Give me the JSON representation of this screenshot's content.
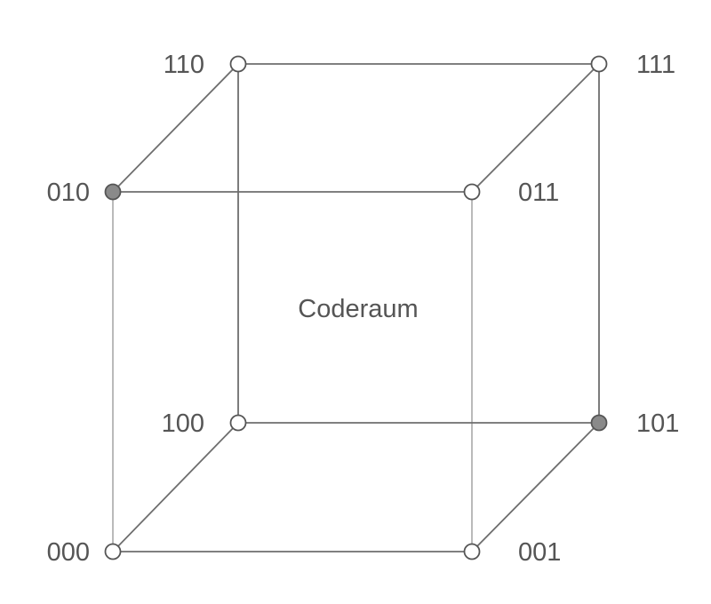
{
  "diagram": {
    "center_label": "Coderaum",
    "vertices": [
      {
        "code": "000",
        "highlighted": false
      },
      {
        "code": "001",
        "highlighted": false
      },
      {
        "code": "010",
        "highlighted": true
      },
      {
        "code": "011",
        "highlighted": false
      },
      {
        "code": "100",
        "highlighted": false
      },
      {
        "code": "101",
        "highlighted": true
      },
      {
        "code": "110",
        "highlighted": false
      },
      {
        "code": "111",
        "highlighted": false
      }
    ],
    "edges": [
      [
        "000",
        "001"
      ],
      [
        "000",
        "010"
      ],
      [
        "000",
        "100"
      ],
      [
        "001",
        "011"
      ],
      [
        "001",
        "101"
      ],
      [
        "010",
        "011"
      ],
      [
        "010",
        "110"
      ],
      [
        "011",
        "111"
      ],
      [
        "100",
        "101"
      ],
      [
        "100",
        "110"
      ],
      [
        "101",
        "111"
      ],
      [
        "110",
        "111"
      ]
    ],
    "colors": {
      "highlight_fill": "#8a8a8a",
      "normal_fill": "#ffffff",
      "line": "#6e6e6e",
      "text": "#555555"
    }
  }
}
